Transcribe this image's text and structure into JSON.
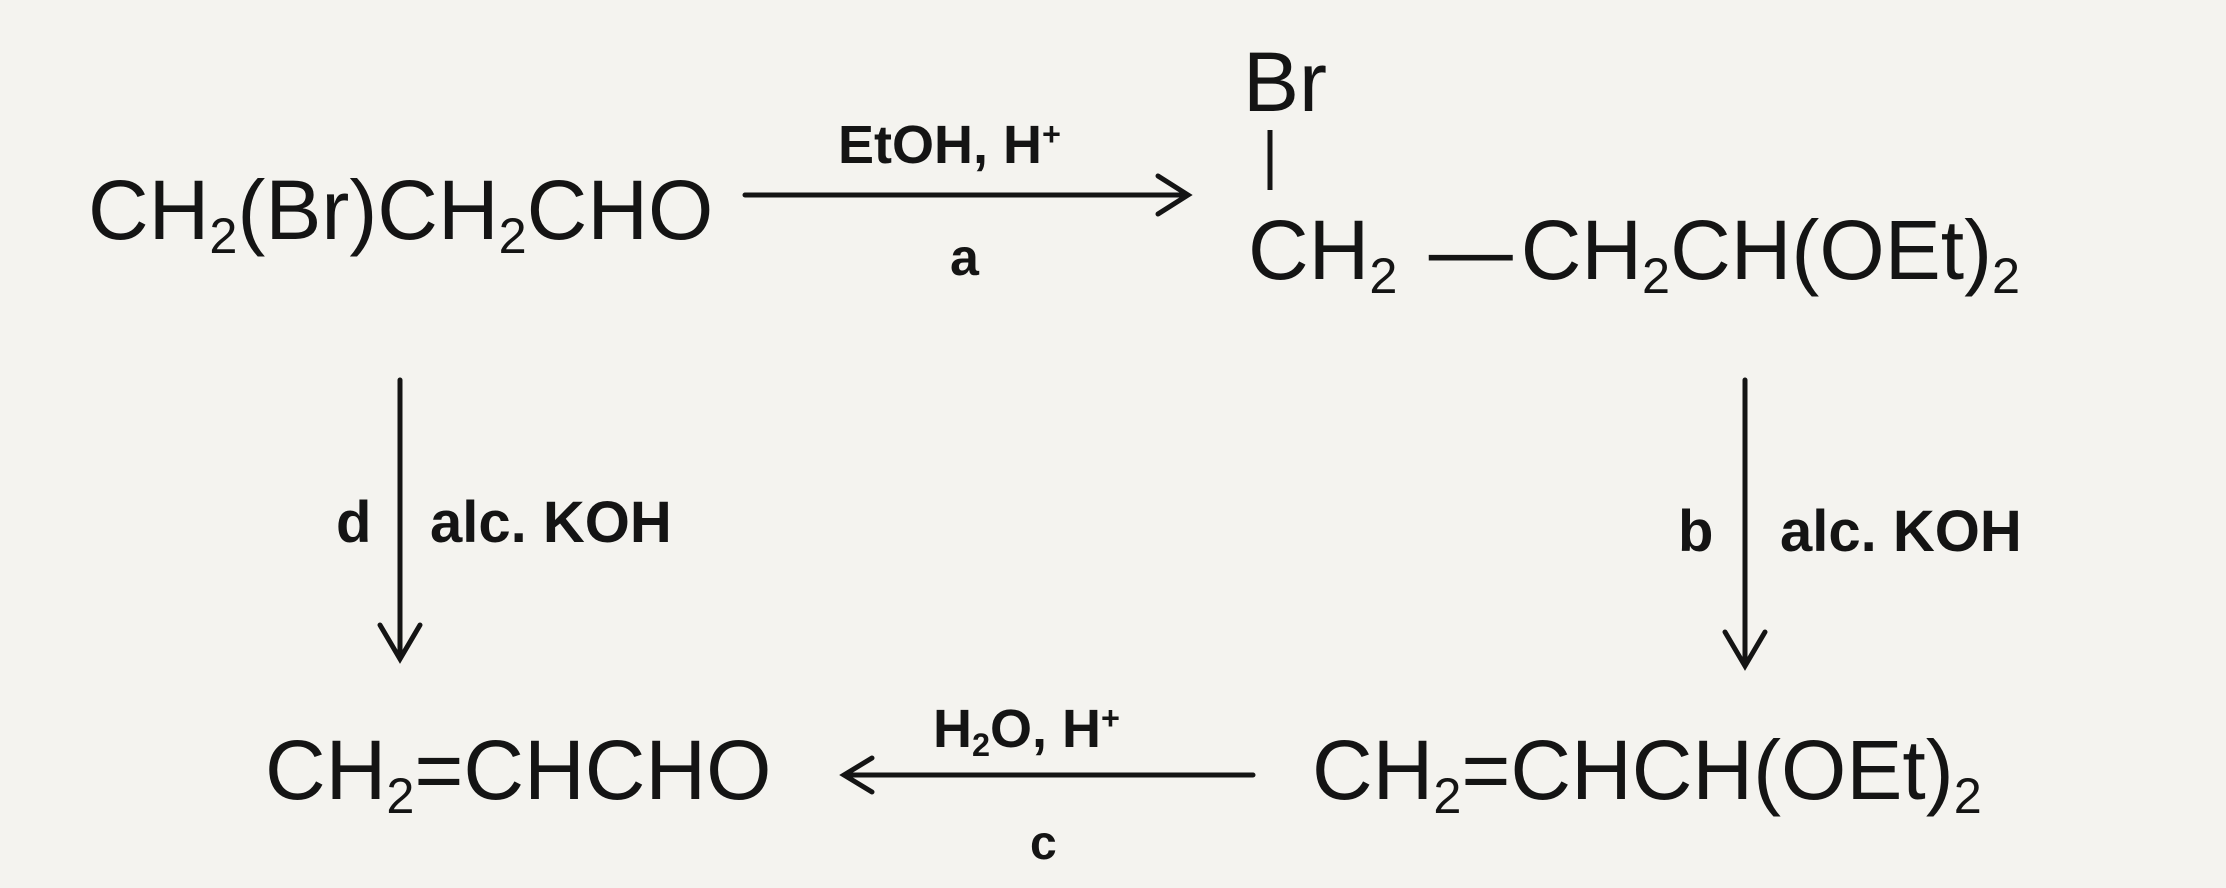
{
  "compounds": {
    "start": {
      "p1": "CH",
      "s1": "2",
      "p2": "(Br)CH",
      "s2": "2",
      "p3": "CHO"
    },
    "acetal_br": {
      "br": "Br",
      "ch2": "CH",
      "s1": "2",
      "bond": "—",
      "rest": "CH",
      "s2": "2",
      "rest2": "CH(OEt)",
      "s3": "2"
    },
    "acetal_alkene": {
      "p1": "CH",
      "s1": "2",
      "p2": "=CHCH(OEt)",
      "s2": "2"
    },
    "product": {
      "p1": "CH",
      "s1": "2",
      "p2": "=CHCHO"
    }
  },
  "steps": {
    "a": {
      "letter": "a",
      "reagent": "EtOH, H",
      "charge": "+"
    },
    "b": {
      "letter": "b",
      "reagent": "alc. KOH"
    },
    "c": {
      "letter": "c",
      "reagent_h": "H",
      "reagent_s": "2",
      "reagent_rest": "O, H",
      "charge": "+"
    },
    "d": {
      "letter": "d",
      "reagent": "alc. KOH"
    }
  }
}
